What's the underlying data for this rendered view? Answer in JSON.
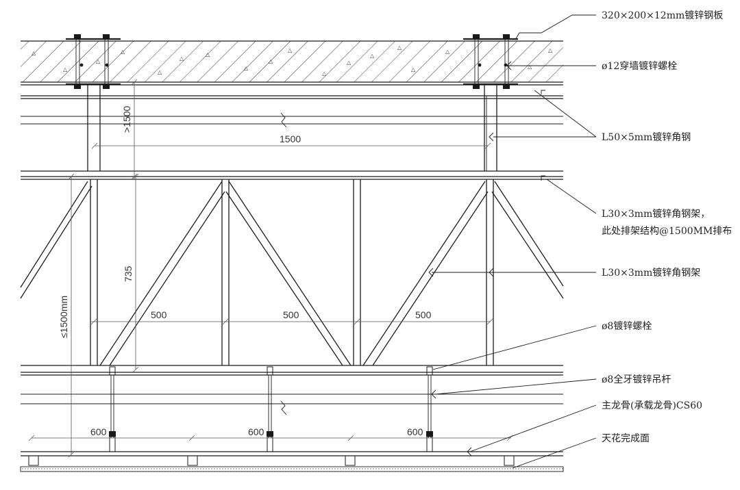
{
  "labels": {
    "plate": "320×200×12mm镀锌钢板",
    "wall_bolt": "ø12穿墙镀锌螺栓",
    "angle_l50": "L50×5mm镀锌角钢",
    "frame_l30_line1": "L30×3mm镀锌角钢架，",
    "frame_l30_line2": "此处排架结构@1500MM排布",
    "frame_l30": "L30×3mm镀锌角钢架",
    "bolt_8": "ø8镀锌螺栓",
    "rod_8": "ø8全牙镀锌吊杆",
    "main_keel": "主龙骨(承载龙骨)CS60",
    "ceiling": "天花完成面"
  },
  "dimensions": {
    "upper_height": ">1500",
    "span": "1500",
    "truss_height": "735",
    "total_height": "≤1500mm",
    "panel_1": "500",
    "panel_2": "500",
    "panel_3": "500",
    "hanger_1": "600",
    "hanger_2": "600",
    "hanger_3": "600"
  }
}
